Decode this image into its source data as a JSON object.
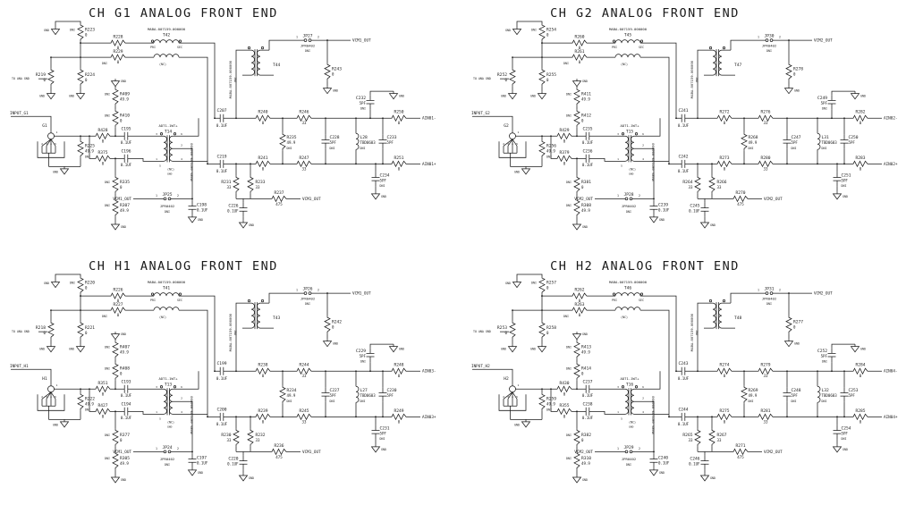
{
  "shared": {
    "gnd": "GND",
    "to_ana_gnd": "TO ANA GND",
    "dni": "DNI",
    "pri": "PRI",
    "sec": "SEC",
    "nc": "(NC)",
    "jumper_part": "JPR0402",
    "xfmr_part": "MABA-007159-000000",
    "xfmr_note": "MABA-007159-000000",
    "nc_note": "#NC",
    "balun_part": "ADT1-1WT+",
    "pins": {
      "p1": "1",
      "p2": "2",
      "p3": "3",
      "p4": "4",
      "p5": "5",
      "p6": "6"
    },
    "ink": "#1a1a1a",
    "paper": "#ffffff"
  },
  "quadrants": [
    {
      "title": "CH G1 ANALOG FRONT END",
      "conn": "G1",
      "input_net": "INPUT_G1",
      "vcm": "VCM1_OUT",
      "out_neg": "AIN01-",
      "out_pos": "AIN01+",
      "t_top": "T42",
      "t_mid": "T14",
      "t_right": "T44",
      "jp_top": "JP27",
      "jp_bot": "JP25",
      "rA": {
        "ref": "R223",
        "val": "0"
      },
      "rB": {
        "ref": "R228",
        "val": "0"
      },
      "rC": {
        "ref": "R229",
        "val": "0"
      },
      "rD": {
        "ref": "R219",
        "val": "0"
      },
      "rE": {
        "ref": "R224",
        "val": "0"
      },
      "rF": {
        "ref": "R409",
        "val": "49.9"
      },
      "rG": {
        "ref": "R410",
        "val": "0"
      },
      "rH": {
        "ref": "R225",
        "val": "49.9"
      },
      "rI": {
        "ref": "R428",
        "val": "0"
      },
      "rJ": {
        "ref": "R375",
        "val": "0"
      },
      "rK": {
        "ref": "R335",
        "val": "0"
      },
      "rL": {
        "ref": "R307",
        "val": "49.9"
      },
      "rM": {
        "ref": "R243",
        "val": "0"
      },
      "rN": {
        "ref": "R240",
        "val": "0"
      },
      "rO": {
        "ref": "R246",
        "val": "33"
      },
      "rP": {
        "ref": "R250",
        "val": "0"
      },
      "rQ": {
        "ref": "R241",
        "val": "0"
      },
      "rR": {
        "ref": "R247",
        "val": "33"
      },
      "rS": {
        "ref": "R251",
        "val": "0"
      },
      "rT": {
        "ref": "R235",
        "val": "49.9"
      },
      "rU": {
        "ref": "R231",
        "val": "33"
      },
      "rV": {
        "ref": "R233",
        "val": "33"
      },
      "rW": {
        "ref": "R237",
        "val": "475"
      },
      "cA": {
        "ref": "C195",
        "val": "0.1UF"
      },
      "cB": {
        "ref": "C196",
        "val": "0.1UF"
      },
      "cC": {
        "ref": "C198",
        "val": "0.1UF"
      },
      "cD": {
        "ref": "C207",
        "val": "0.1UF"
      },
      "cE": {
        "ref": "C219",
        "val": "0.1UF"
      },
      "cF": {
        "ref": "C228",
        "val": "5PF"
      },
      "cG": {
        "ref": "C233",
        "val": "5PF"
      },
      "cH": {
        "ref": "C232",
        "val": "5PF"
      },
      "cI": {
        "ref": "C234",
        "val": "5PF"
      },
      "cJ": {
        "ref": "C226",
        "val": "0.1UF"
      },
      "lA": {
        "ref": "L28",
        "val": "TBD0603"
      }
    },
    {
      "title": "CH G2 ANALOG FRONT END",
      "conn": "G2",
      "input_net": "INPUT_G2",
      "vcm": "VCM2_OUT",
      "out_neg": "AIN02-",
      "out_pos": "AIN02+",
      "t_top": "T45",
      "t_mid": "T15",
      "t_right": "T47",
      "jp_top": "JP30",
      "jp_bot": "JP28",
      "rA": {
        "ref": "R254",
        "val": "0"
      },
      "rB": {
        "ref": "R260",
        "val": "0"
      },
      "rC": {
        "ref": "R261",
        "val": "0"
      },
      "rD": {
        "ref": "R252",
        "val": "0"
      },
      "rE": {
        "ref": "R255",
        "val": "0"
      },
      "rF": {
        "ref": "R411",
        "val": "49.9"
      },
      "rG": {
        "ref": "R412",
        "val": "0"
      },
      "rH": {
        "ref": "R256",
        "val": "49.9"
      },
      "rI": {
        "ref": "R429",
        "val": "0"
      },
      "rJ": {
        "ref": "R379",
        "val": "0"
      },
      "rK": {
        "ref": "R381",
        "val": "0"
      },
      "rL": {
        "ref": "R308",
        "val": "49.9"
      },
      "rM": {
        "ref": "R278",
        "val": "0"
      },
      "rN": {
        "ref": "R272",
        "val": "0"
      },
      "rO": {
        "ref": "R276",
        "val": "33"
      },
      "rP": {
        "ref": "R282",
        "val": "0"
      },
      "rQ": {
        "ref": "R273",
        "val": "0"
      },
      "rR": {
        "ref": "R280",
        "val": "33"
      },
      "rS": {
        "ref": "R283",
        "val": "0"
      },
      "rT": {
        "ref": "R268",
        "val": "49.9"
      },
      "rU": {
        "ref": "R264",
        "val": "33"
      },
      "rV": {
        "ref": "R266",
        "val": "33"
      },
      "rW": {
        "ref": "R270",
        "val": "475"
      },
      "cA": {
        "ref": "C235",
        "val": "0.1UF"
      },
      "cB": {
        "ref": "C236",
        "val": "0.1UF"
      },
      "cC": {
        "ref": "C239",
        "val": "0.1UF"
      },
      "cD": {
        "ref": "C241",
        "val": "0.1UF"
      },
      "cE": {
        "ref": "C242",
        "val": "0.1UF"
      },
      "cF": {
        "ref": "C247",
        "val": "5PF"
      },
      "cG": {
        "ref": "C250",
        "val": "5PF"
      },
      "cH": {
        "ref": "C249",
        "val": "5PF"
      },
      "cI": {
        "ref": "C251",
        "val": "5PF"
      },
      "cJ": {
        "ref": "C245",
        "val": "0.1UF"
      },
      "lA": {
        "ref": "L31",
        "val": "TBD0603"
      }
    },
    {
      "title": "CH H1 ANALOG FRONT END",
      "conn": "H1",
      "input_net": "INPUT_H1",
      "vcm": "VCM1_OUT",
      "out_neg": "AIN03-",
      "out_pos": "AIN03+",
      "t_top": "T41",
      "t_mid": "T13",
      "t_right": "T43",
      "jp_top": "JP26",
      "jp_bot": "JP24",
      "rA": {
        "ref": "R220",
        "val": "0"
      },
      "rB": {
        "ref": "R226",
        "val": "0"
      },
      "rC": {
        "ref": "R227",
        "val": "0"
      },
      "rD": {
        "ref": "R218",
        "val": "0"
      },
      "rE": {
        "ref": "R221",
        "val": "0"
      },
      "rF": {
        "ref": "R407",
        "val": "49.9"
      },
      "rG": {
        "ref": "R408",
        "val": "0"
      },
      "rH": {
        "ref": "R222",
        "val": "49.9"
      },
      "rI": {
        "ref": "R351",
        "val": "0"
      },
      "rJ": {
        "ref": "R427",
        "val": "0"
      },
      "rK": {
        "ref": "R377",
        "val": "0"
      },
      "rL": {
        "ref": "R305",
        "val": "49.9"
      },
      "rM": {
        "ref": "R242",
        "val": "0"
      },
      "rN": {
        "ref": "R238",
        "val": "0"
      },
      "rO": {
        "ref": "R244",
        "val": "33"
      },
      "rP": {
        "ref": "R248",
        "val": "0"
      },
      "rQ": {
        "ref": "R239",
        "val": "0"
      },
      "rR": {
        "ref": "R245",
        "val": "33"
      },
      "rS": {
        "ref": "R249",
        "val": "0"
      },
      "rT": {
        "ref": "R234",
        "val": "49.9"
      },
      "rU": {
        "ref": "R230",
        "val": "33"
      },
      "rV": {
        "ref": "R232",
        "val": "33"
      },
      "rW": {
        "ref": "R236",
        "val": "475"
      },
      "cA": {
        "ref": "C193",
        "val": "0.1UF"
      },
      "cB": {
        "ref": "C194",
        "val": "0.1UF"
      },
      "cC": {
        "ref": "C197",
        "val": "0.1UF"
      },
      "cD": {
        "ref": "C199",
        "val": "0.1UF"
      },
      "cE": {
        "ref": "C200",
        "val": "0.1UF"
      },
      "cF": {
        "ref": "C227",
        "val": "5PF"
      },
      "cG": {
        "ref": "C230",
        "val": "5PF"
      },
      "cH": {
        "ref": "C229",
        "val": "5PF"
      },
      "cI": {
        "ref": "C231",
        "val": "5PF"
      },
      "cJ": {
        "ref": "C220",
        "val": "0.1UF"
      },
      "lA": {
        "ref": "L27",
        "val": "TBD0603"
      }
    },
    {
      "title": "CH H2 ANALOG FRONT END",
      "conn": "H2",
      "input_net": "INPUT_H2",
      "vcm": "VCM2_OUT",
      "out_neg": "AIN04-",
      "out_pos": "AIN04+",
      "t_top": "T46",
      "t_mid": "T16",
      "t_right": "T48",
      "jp_top": "JP31",
      "jp_bot": "JP29",
      "rA": {
        "ref": "R257",
        "val": "0"
      },
      "rB": {
        "ref": "R262",
        "val": "0"
      },
      "rC": {
        "ref": "R263",
        "val": "0"
      },
      "rD": {
        "ref": "R253",
        "val": "0"
      },
      "rE": {
        "ref": "R258",
        "val": "0"
      },
      "rF": {
        "ref": "R413",
        "val": "49.9"
      },
      "rG": {
        "ref": "R414",
        "val": "0"
      },
      "rH": {
        "ref": "R259",
        "val": "49.9"
      },
      "rI": {
        "ref": "R430",
        "val": "0"
      },
      "rJ": {
        "ref": "R355",
        "val": "0"
      },
      "rK": {
        "ref": "R382",
        "val": "0"
      },
      "rL": {
        "ref": "R310",
        "val": "49.9"
      },
      "rM": {
        "ref": "R277",
        "val": "0"
      },
      "rN": {
        "ref": "R274",
        "val": "0"
      },
      "rO": {
        "ref": "R279",
        "val": "33"
      },
      "rP": {
        "ref": "R284",
        "val": "0"
      },
      "rQ": {
        "ref": "R275",
        "val": "0"
      },
      "rR": {
        "ref": "R281",
        "val": "33"
      },
      "rS": {
        "ref": "R285",
        "val": "0"
      },
      "rT": {
        "ref": "R269",
        "val": "49.9"
      },
      "rU": {
        "ref": "R265",
        "val": "33"
      },
      "rV": {
        "ref": "R267",
        "val": "33"
      },
      "rW": {
        "ref": "R271",
        "val": "475"
      },
      "cA": {
        "ref": "C237",
        "val": "0.1UF"
      },
      "cB": {
        "ref": "C238",
        "val": "0.1UF"
      },
      "cC": {
        "ref": "C240",
        "val": "0.1UF"
      },
      "cD": {
        "ref": "C243",
        "val": "0.1UF"
      },
      "cE": {
        "ref": "C244",
        "val": "0.1UF"
      },
      "cF": {
        "ref": "C248",
        "val": "5PF"
      },
      "cG": {
        "ref": "C253",
        "val": "5PF"
      },
      "cH": {
        "ref": "C252",
        "val": "5PF"
      },
      "cI": {
        "ref": "C254",
        "val": "5PF"
      },
      "cJ": {
        "ref": "C246",
        "val": "0.1UF"
      },
      "lA": {
        "ref": "L32",
        "val": "TBD0603"
      }
    }
  ]
}
